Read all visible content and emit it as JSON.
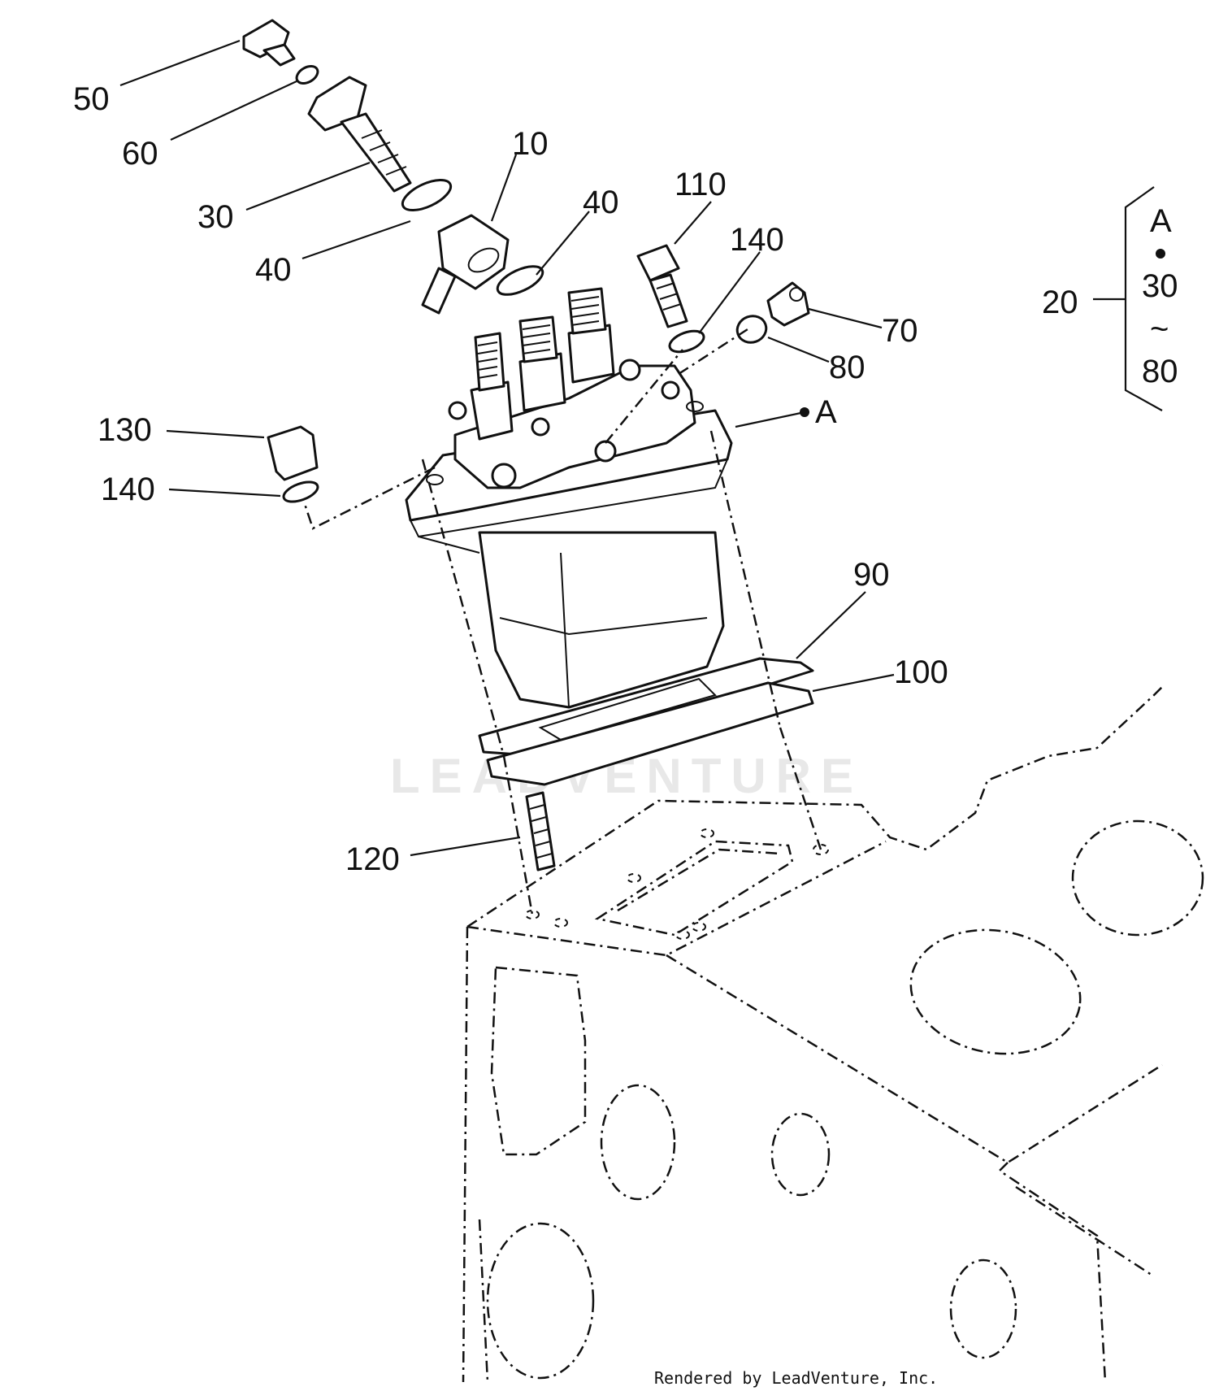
{
  "callouts": [
    {
      "id": "c50",
      "text": "50"
    },
    {
      "id": "c60",
      "text": "60"
    },
    {
      "id": "c30",
      "text": "30"
    },
    {
      "id": "c40a",
      "text": "40"
    },
    {
      "id": "c10",
      "text": "10"
    },
    {
      "id": "c40b",
      "text": "40"
    },
    {
      "id": "c110",
      "text": "110"
    },
    {
      "id": "c140a",
      "text": "140"
    },
    {
      "id": "c70",
      "text": "70"
    },
    {
      "id": "c80",
      "text": "80"
    },
    {
      "id": "cA",
      "text": "A"
    },
    {
      "id": "c130",
      "text": "130"
    },
    {
      "id": "c140b",
      "text": "140"
    },
    {
      "id": "c90",
      "text": "90"
    },
    {
      "id": "c100",
      "text": "100"
    },
    {
      "id": "c120",
      "text": "120"
    },
    {
      "id": "c20",
      "text": "20"
    }
  ],
  "kit_group": {
    "label": "20",
    "header": "A",
    "range_start": "30",
    "range_sep": "~",
    "range_end": "80"
  },
  "watermark": "LEADVENTURE",
  "footer": "Rendered by LeadVenture, Inc."
}
